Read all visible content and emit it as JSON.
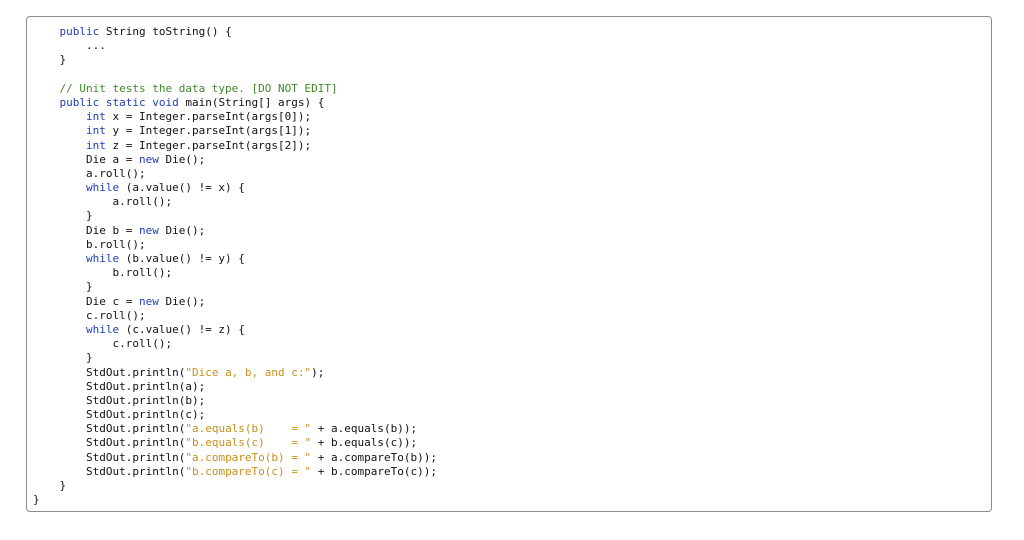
{
  "code_lines": [
    [
      {
        "t": "kw",
        "v": "    public"
      },
      {
        "t": "pl",
        "v": " String toString() {"
      }
    ],
    [
      {
        "t": "pl",
        "v": "        ..."
      }
    ],
    [
      {
        "t": "pl",
        "v": "    }"
      }
    ],
    [
      {
        "t": "pl",
        "v": ""
      }
    ],
    [
      {
        "t": "com",
        "v": "    // Unit tests the data type. [DO NOT EDIT]"
      }
    ],
    [
      {
        "t": "kw",
        "v": "    public static void"
      },
      {
        "t": "pl",
        "v": " main(String[] args) {"
      }
    ],
    [
      {
        "t": "kw",
        "v": "        int"
      },
      {
        "t": "pl",
        "v": " x = Integer.parseInt(args[0]);"
      }
    ],
    [
      {
        "t": "kw",
        "v": "        int"
      },
      {
        "t": "pl",
        "v": " y = Integer.parseInt(args[1]);"
      }
    ],
    [
      {
        "t": "kw",
        "v": "        int"
      },
      {
        "t": "pl",
        "v": " z = Integer.parseInt(args[2]);"
      }
    ],
    [
      {
        "t": "pl",
        "v": "        Die a = "
      },
      {
        "t": "kw",
        "v": "new"
      },
      {
        "t": "pl",
        "v": " Die();"
      }
    ],
    [
      {
        "t": "pl",
        "v": "        a.roll();"
      }
    ],
    [
      {
        "t": "kw",
        "v": "        while"
      },
      {
        "t": "pl",
        "v": " (a.value() != x) {"
      }
    ],
    [
      {
        "t": "pl",
        "v": "            a.roll();"
      }
    ],
    [
      {
        "t": "pl",
        "v": "        }"
      }
    ],
    [
      {
        "t": "pl",
        "v": "        Die b = "
      },
      {
        "t": "kw",
        "v": "new"
      },
      {
        "t": "pl",
        "v": " Die();"
      }
    ],
    [
      {
        "t": "pl",
        "v": "        b.roll();"
      }
    ],
    [
      {
        "t": "kw",
        "v": "        while"
      },
      {
        "t": "pl",
        "v": " (b.value() != y) {"
      }
    ],
    [
      {
        "t": "pl",
        "v": "            b.roll();"
      }
    ],
    [
      {
        "t": "pl",
        "v": "        }"
      }
    ],
    [
      {
        "t": "pl",
        "v": "        Die c = "
      },
      {
        "t": "kw",
        "v": "new"
      },
      {
        "t": "pl",
        "v": " Die();"
      }
    ],
    [
      {
        "t": "pl",
        "v": "        c.roll();"
      }
    ],
    [
      {
        "t": "kw",
        "v": "        while"
      },
      {
        "t": "pl",
        "v": " (c.value() != z) {"
      }
    ],
    [
      {
        "t": "pl",
        "v": "            c.roll();"
      }
    ],
    [
      {
        "t": "pl",
        "v": "        }"
      }
    ],
    [
      {
        "t": "pl",
        "v": "        StdOut.println("
      },
      {
        "t": "str",
        "v": "\"Dice a, b, and c:\""
      },
      {
        "t": "pl",
        "v": ");"
      }
    ],
    [
      {
        "t": "pl",
        "v": "        StdOut.println(a);"
      }
    ],
    [
      {
        "t": "pl",
        "v": "        StdOut.println(b);"
      }
    ],
    [
      {
        "t": "pl",
        "v": "        StdOut.println(c);"
      }
    ],
    [
      {
        "t": "pl",
        "v": "        StdOut.println("
      },
      {
        "t": "str",
        "v": "\"a.equals(b)    = \""
      },
      {
        "t": "pl",
        "v": " + a.equals(b));"
      }
    ],
    [
      {
        "t": "pl",
        "v": "        StdOut.println("
      },
      {
        "t": "str",
        "v": "\"b.equals(c)    = \""
      },
      {
        "t": "pl",
        "v": " + b.equals(c));"
      }
    ],
    [
      {
        "t": "pl",
        "v": "        StdOut.println("
      },
      {
        "t": "str",
        "v": "\"a.compareTo(b) = \""
      },
      {
        "t": "pl",
        "v": " + a.compareTo(b));"
      }
    ],
    [
      {
        "t": "pl",
        "v": "        StdOut.println("
      },
      {
        "t": "str",
        "v": "\"b.compareTo(c) = \""
      },
      {
        "t": "pl",
        "v": " + b.compareTo(c));"
      }
    ],
    [
      {
        "t": "pl",
        "v": "    }"
      }
    ],
    [
      {
        "t": "pl",
        "v": "}"
      }
    ]
  ],
  "colors": {
    "keyword": "#1f3fb5",
    "string": "#c8901a",
    "comment": "#3f8a2a",
    "plain": "#111111",
    "border": "#8c8c8c"
  }
}
